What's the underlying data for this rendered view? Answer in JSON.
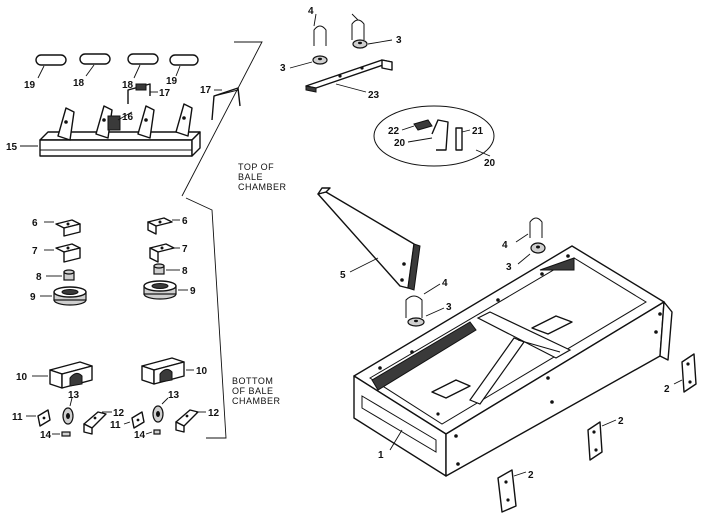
{
  "captions": {
    "top": [
      "TOP OF",
      "BALE",
      "CHAMBER"
    ],
    "bottom": [
      "BOTTOM",
      "OF BALE",
      "CHAMBER"
    ]
  },
  "callouts": {
    "c1": "1",
    "c2a": "2",
    "c2b": "2",
    "c2c": "2",
    "c3a": "3",
    "c3b": "3",
    "c3c": "3",
    "c3d": "3",
    "c4a": "4",
    "c4b": "4",
    "c4c": "4",
    "c5": "5",
    "c6a": "6",
    "c6b": "6",
    "c7a": "7",
    "c7b": "7",
    "c8a": "8",
    "c8b": "8",
    "c9a": "9",
    "c9b": "9",
    "c10a": "10",
    "c10b": "10",
    "c11a": "11",
    "c11b": "11",
    "c12a": "12",
    "c12b": "12",
    "c13a": "13",
    "c13b": "13",
    "c14a": "14",
    "c14b": "14",
    "c15": "15",
    "c16": "16",
    "c17a": "17",
    "c17b": "17",
    "c18a": "18",
    "c18b": "18",
    "c19a": "19",
    "c19b": "19",
    "c20a": "20",
    "c20b": "20",
    "c21": "21",
    "c22": "22",
    "c23": "23"
  }
}
